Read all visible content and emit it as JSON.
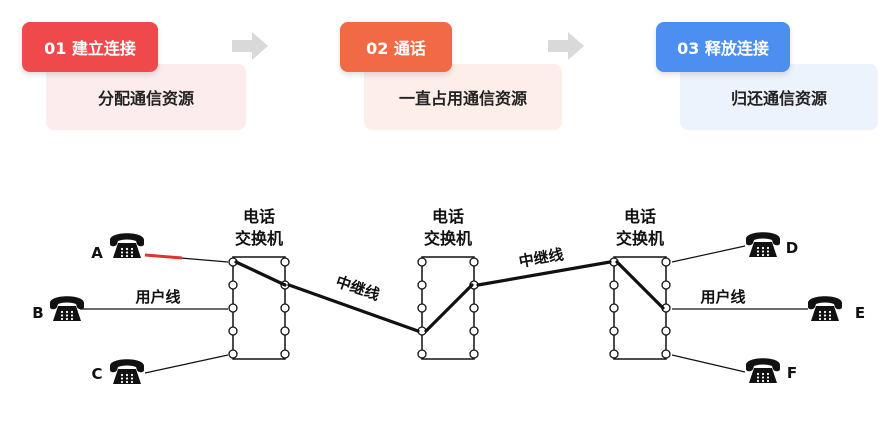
{
  "steps": [
    {
      "tag": "01 建立连接",
      "desc": "分配通信资源",
      "tag_color": "#f0494b",
      "card_color": "#fdeced"
    },
    {
      "tag": "02 通话",
      "desc": "一直占用通信资源",
      "tag_color": "#f26a45",
      "card_color": "#fdeeea"
    },
    {
      "tag": "03 释放连接",
      "desc": "归还通信资源",
      "tag_color": "#4c8ff0",
      "card_color": "#edf3fd"
    }
  ],
  "arrow_color": "#d9d9d9",
  "diagram": {
    "switch_label_line1": "电话",
    "switch_label_line2": "交换机",
    "trunk_label": "中继线",
    "user_line_label": "用户线",
    "phones_left": [
      "A",
      "B",
      "C"
    ],
    "phones_right": [
      "D",
      "E",
      "F"
    ],
    "highlight_color": "#e0342f"
  }
}
